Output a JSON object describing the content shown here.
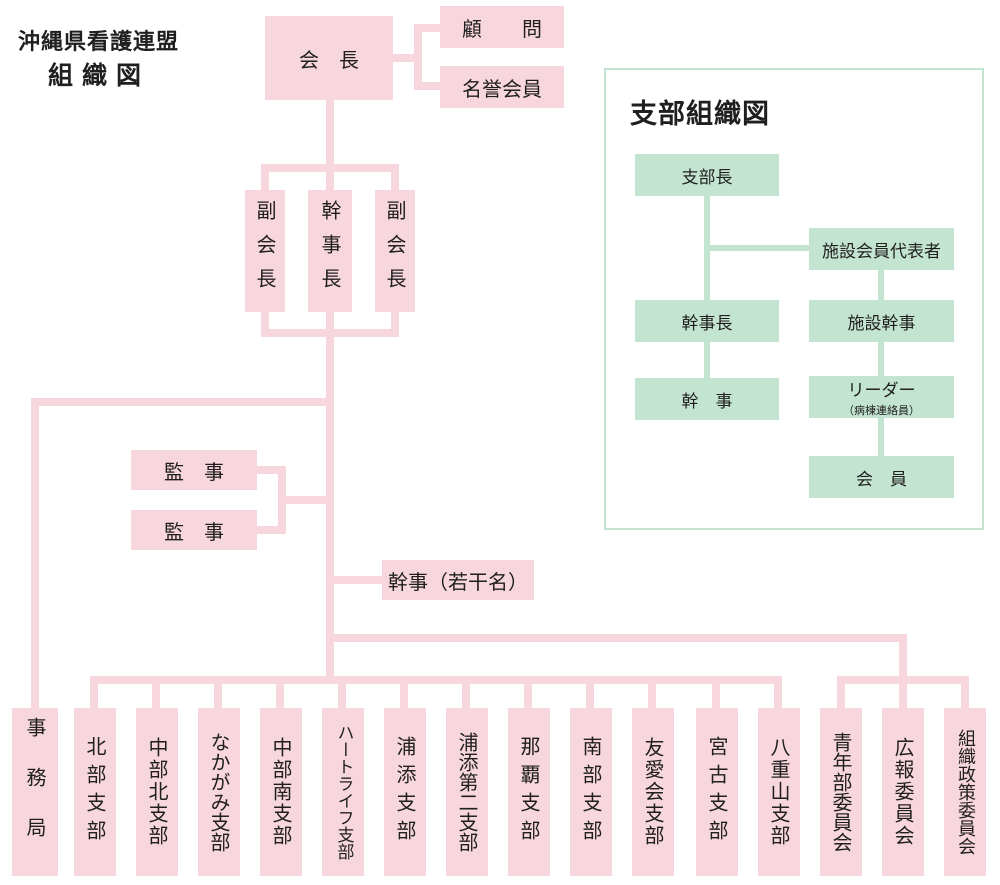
{
  "title": {
    "line1": "沖縄県看護連盟",
    "line2": "組織図"
  },
  "main": {
    "president": "会　長",
    "advisor_left": "顧",
    "advisor_right": "問",
    "honorary": "名誉会員",
    "vice_left": "副会長",
    "secretary_general": "幹事長",
    "vice_right": "副会長",
    "auditor_1": "監　事",
    "auditor_2": "監　事",
    "directors": "幹事（若干名）"
  },
  "bottom": [
    "事務局",
    "北部支部",
    "中部北支部",
    "なかがみ支部",
    "中部南支部",
    "ハートライフ支部",
    "浦添支部",
    "浦添第二支部",
    "那覇支部",
    "南部支部",
    "友愛会支部",
    "宮古支部",
    "八重山支部",
    "青年部委員会",
    "広報委員会",
    "組織政策委員会"
  ],
  "branch": {
    "title": "支部組織図",
    "branch_head": "支部長",
    "facility_rep": "施設会員代表者",
    "secretary_general": "幹事長",
    "facility_secretary": "施設幹事",
    "secretary": "幹　事",
    "leader": "リーダー",
    "leader_sub": "（病棟連絡員）",
    "member": "会　員"
  },
  "colors": {
    "pink": "#f8d6dd",
    "green": "#c4e4d2"
  }
}
